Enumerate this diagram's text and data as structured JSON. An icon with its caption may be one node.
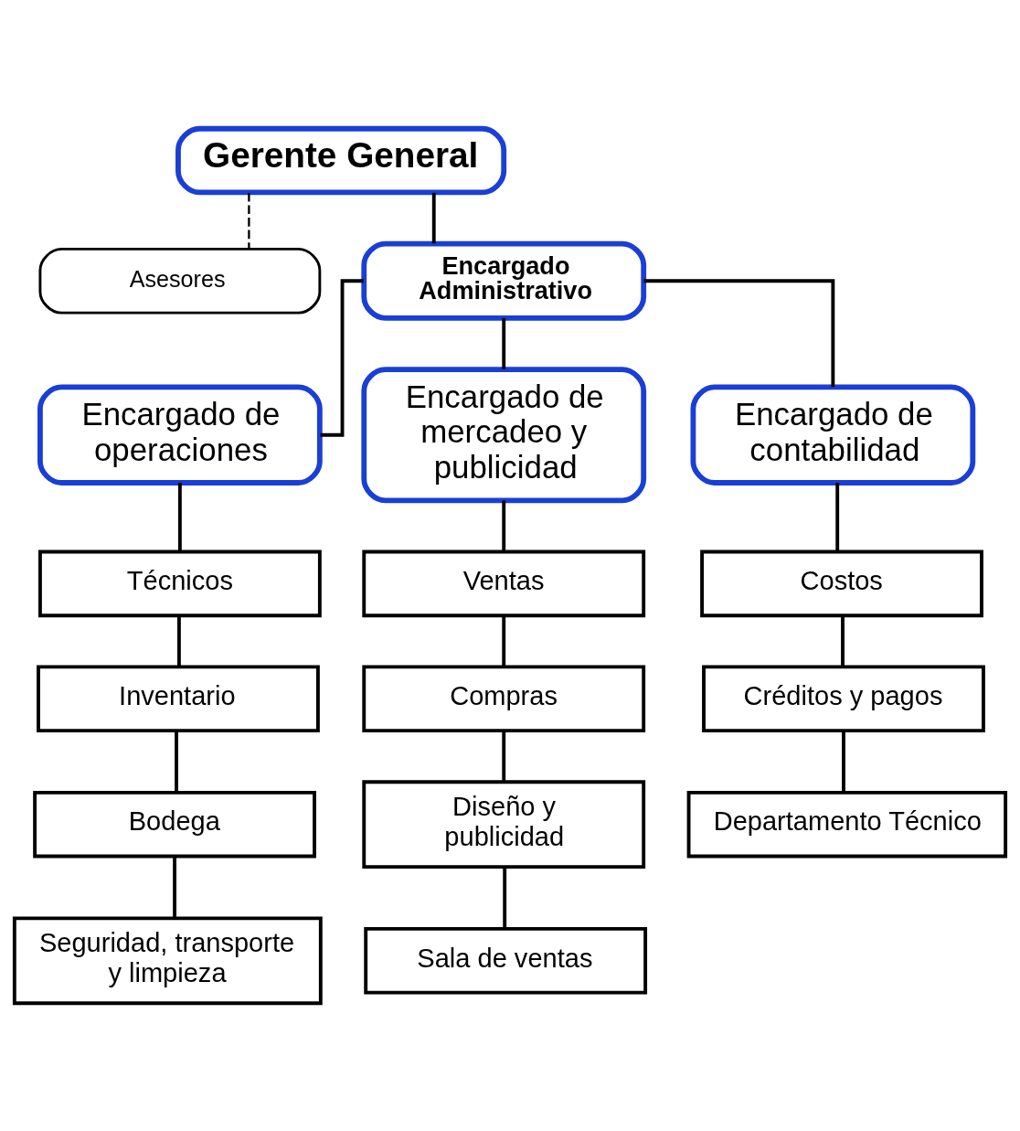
{
  "diagram": {
    "nodes": [
      {
        "text": [
          "Gerente General"
        ]
      },
      {
        "text": [
          "Asesores"
        ]
      },
      {
        "text": [
          "Encargado Administrativo"
        ]
      },
      {
        "text": [
          "Encargado de operaciones"
        ]
      },
      {
        "text": [
          "Encargado de mercadeo y publicidad"
        ]
      },
      {
        "text": [
          "Encargado de contabilidad"
        ]
      },
      {
        "text": [
          "Técnicos"
        ]
      },
      {
        "text": [
          "Inventario"
        ]
      },
      {
        "text": [
          "Bodega"
        ]
      },
      {
        "text": [
          "Seguridad, transporte y limpieza"
        ]
      },
      {
        "text": [
          "Ventas"
        ]
      },
      {
        "text": [
          "Compras"
        ]
      },
      {
        "text": [
          "Diseño y publicidad"
        ]
      },
      {
        "text": [
          "Sala de ventas"
        ]
      },
      {
        "text": [
          "Costos"
        ]
      },
      {
        "text": [
          "Créditos y pagos"
        ]
      },
      {
        "text": [
          "Departamento Técnico"
        ]
      }
    ],
    "edges": [
      {
        "from": 0,
        "to": 2,
        "arrow": "none"
      },
      {
        "from": 0,
        "to": 1,
        "arrow": "none",
        "style": "dashed"
      },
      {
        "from": 2,
        "to": 3,
        "arrow": "none"
      },
      {
        "from": 2,
        "to": 4,
        "arrow": "none"
      },
      {
        "from": 2,
        "to": 5,
        "arrow": "none"
      },
      {
        "from": 3,
        "to": 6,
        "arrow": "none"
      },
      {
        "from": 6,
        "to": 7,
        "arrow": "none"
      },
      {
        "from": 7,
        "to": 8,
        "arrow": "none"
      },
      {
        "from": 8,
        "to": 9,
        "arrow": "none"
      },
      {
        "from": 4,
        "to": 10,
        "arrow": "none"
      },
      {
        "from": 10,
        "to": 11,
        "arrow": "none"
      },
      {
        "from": 11,
        "to": 12,
        "arrow": "none"
      },
      {
        "from": 12,
        "to": 13,
        "arrow": "none"
      },
      {
        "from": 5,
        "to": 14,
        "arrow": "none"
      },
      {
        "from": 14,
        "to": 15,
        "arrow": "none"
      },
      {
        "from": 15,
        "to": 16,
        "arrow": "none"
      }
    ]
  }
}
